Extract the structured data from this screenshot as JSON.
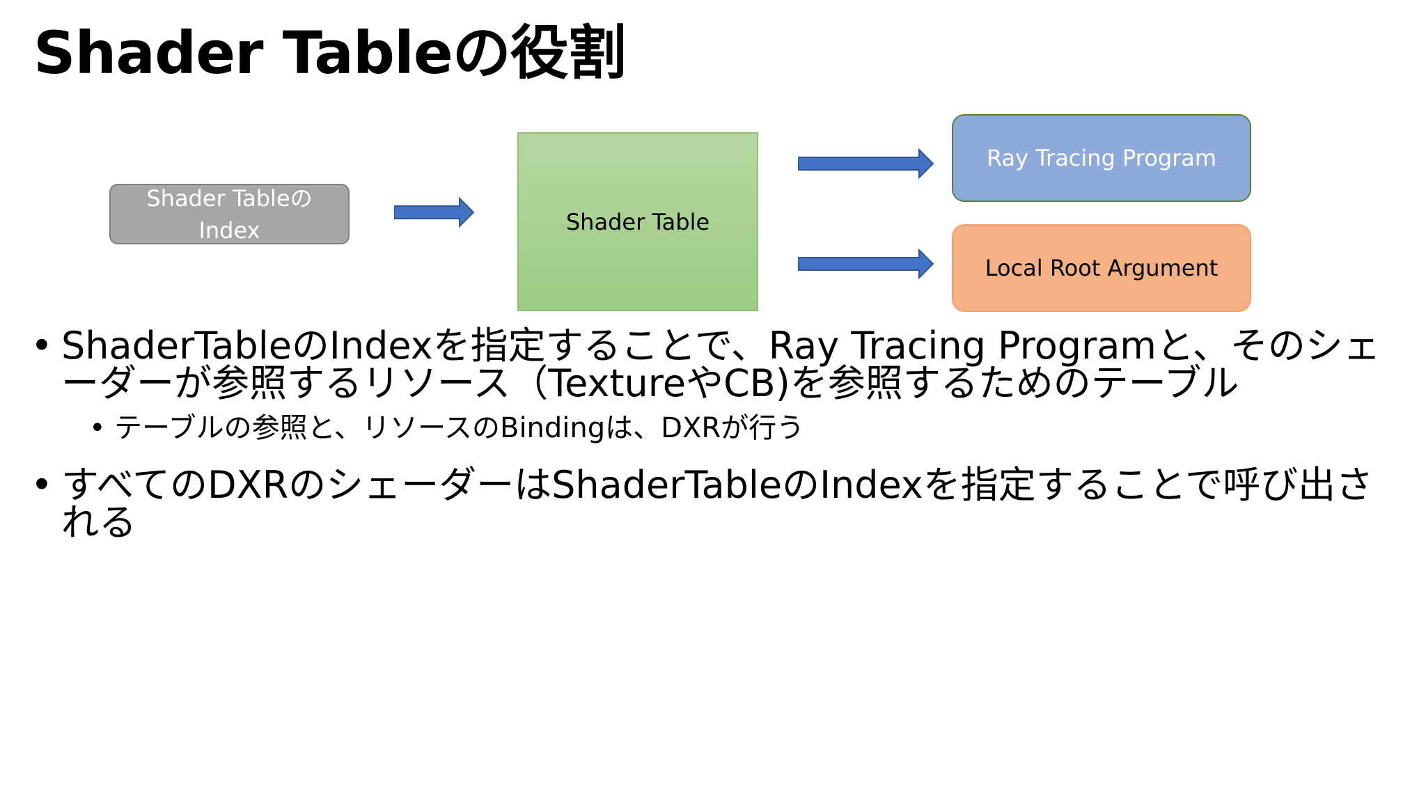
{
  "slide": {
    "title": "Shader Tableの役割"
  },
  "diagram": {
    "index_box": "Shader Tableの Index",
    "shader_table_box": "Shader Table",
    "ray_tracing_program_box": "Ray Tracing Program",
    "local_root_argument_box": "Local Root Argument",
    "colors": {
      "index_fill": "#a6a6a6",
      "shader_table_fill": "#a9d18e",
      "ray_tracing_program_fill": "#8eaadb",
      "local_root_argument_fill": "#f4b183",
      "arrow": "#4472c4"
    }
  },
  "bullets": [
    {
      "text": "ShaderTableのIndexを指定することで、Ray Tracing Programと、そのシェーダーが参照するリソース（TextureやCB)を参照するためのテーブル",
      "sub": "テーブルの参照と、リソースのBindingは、DXRが行う"
    },
    {
      "text": "すべてのDXRのシェーダーはShaderTableのIndexを指定することで呼び出される"
    }
  ],
  "bullet_glyph": "•"
}
